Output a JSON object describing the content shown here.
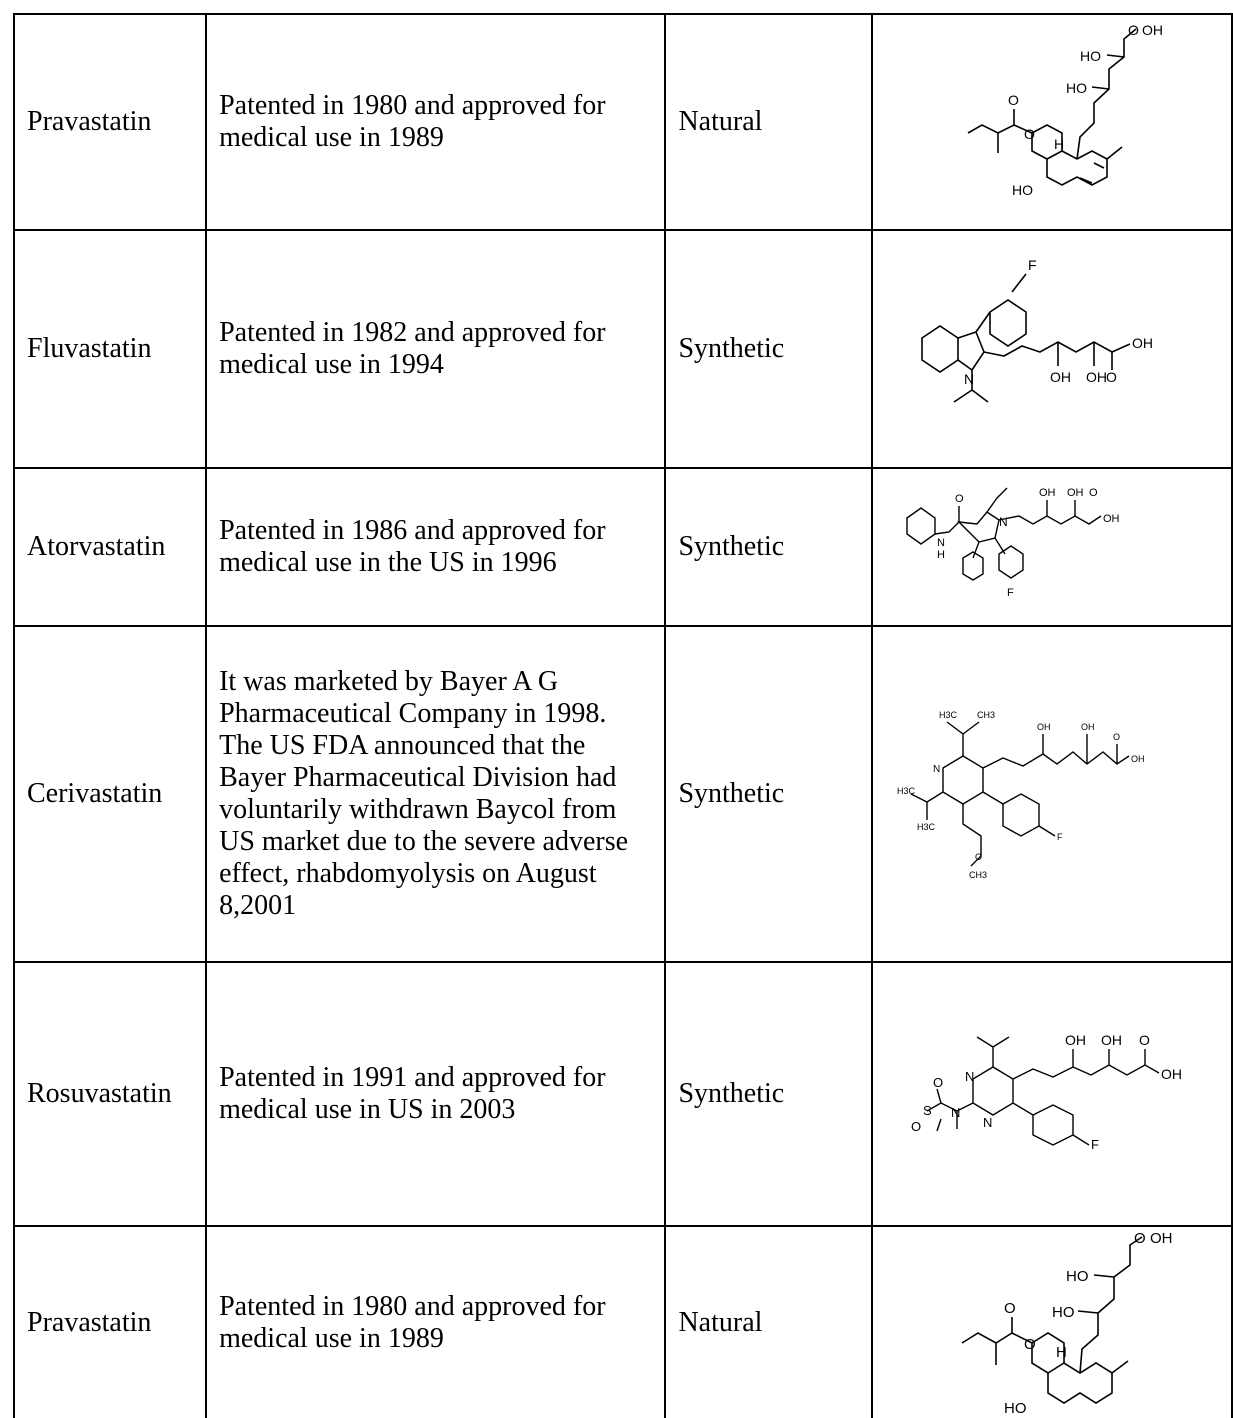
{
  "rows": [
    {
      "name": "Pravastatin",
      "history": "Patented in 1980 and approved for medical use in 1989",
      "origin": "Natural",
      "structure_labels": [
        "O",
        "OH",
        "HO",
        "HO",
        "O",
        "O",
        "H",
        "HO"
      ]
    },
    {
      "name": "Fluvastatin",
      "history": "Patented in 1982 and approved for medical use in 1994",
      "origin": "Synthetic",
      "structure_labels": [
        "F",
        "N",
        "OH",
        "OH",
        "OH",
        "O"
      ]
    },
    {
      "name": "Atorvastatin",
      "history": "Patented in 1986 and approved for medical use in the US in 1996",
      "origin": "Synthetic",
      "structure_labels": [
        "O",
        "N",
        "H",
        "N",
        "OH",
        "OH",
        "O",
        "OH",
        "F"
      ]
    },
    {
      "name": "Cerivastatin",
      "history": "It was marketed by Bayer A G Pharmaceutical Company in 1998.\nThe US FDA announced that the Bayer Pharmaceutical Division had voluntarily withdrawn Baycol from US market due to the severe adverse effect, rhabdomyolysis on August 8,2001",
      "origin": "Synthetic",
      "structure_labels": [
        "H3C",
        "CH3",
        "OH",
        "OH",
        "O",
        "OH",
        "N",
        "H3C",
        "H3C",
        "O",
        "CH3",
        "F"
      ]
    },
    {
      "name": "Rosuvastatin",
      "history": "Patented in 1991 and approved for medical use in US in 2003",
      "origin": "Synthetic",
      "structure_labels": [
        "OH",
        "OH",
        "O",
        "OH",
        "N",
        "N",
        "O",
        "S",
        "O",
        "N",
        "F"
      ]
    },
    {
      "name": "Pravastatin",
      "history": "Patented in 1980 and approved for medical use in 1989",
      "origin": "Natural",
      "structure_labels": [
        "O",
        "OH",
        "HO",
        "HO",
        "O",
        "O",
        "H",
        "HO"
      ]
    }
  ]
}
